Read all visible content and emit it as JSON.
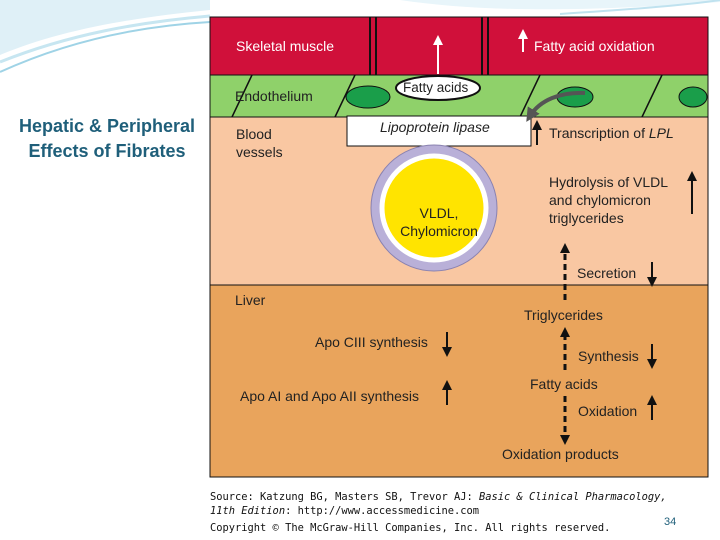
{
  "slide": {
    "title_line1": "Hepatic & Peripheral",
    "title_line2": "Effects of Fibrates",
    "page_number": "34"
  },
  "diagram": {
    "skeletal_muscle": "Skeletal muscle",
    "fatty_acid_oxidation": "Fatty acid oxidation",
    "fatty_acids_bubble": "Fatty acids",
    "endothelium": "Endothelium",
    "lipoprotein_lipase": "Lipoprotein lipase",
    "blood_line1": "Blood",
    "blood_line2": "vessels",
    "transcription_prefix": "Transcription of ",
    "transcription_gene": "LPL",
    "hydrolysis_line1": "Hydrolysis of VLDL",
    "hydrolysis_line2": "and chylomicron",
    "hydrolysis_line3": "triglycerides",
    "vldl_line1": "VLDL,",
    "vldl_line2": "Chylomicron",
    "secretion": "Secretion",
    "liver": "Liver",
    "triglycerides": "Triglycerides",
    "apo_ciii": "Apo CIII synthesis",
    "synthesis": "Synthesis",
    "fatty_acids": "Fatty acids",
    "apo_ai": "Apo AI and Apo AII synthesis",
    "oxidation": "Oxidation",
    "oxidation_products": "Oxidation products"
  },
  "source": {
    "prefix": "Source: Katzung BG, Masters SB, Trevor AJ: ",
    "book": "Basic & Clinical Pharmacology,",
    "edition": "11th Edition",
    "url": ": http://www.accessmedicine.com",
    "copyright": "Copyright © The McGraw-Hill Companies, Inc. All rights reserved."
  },
  "colors": {
    "muscle": "#d0103a",
    "endothelium": "#8fd16a",
    "cells": "#1a9e4a",
    "blood": "#f9c7a2",
    "liver": "#e9a45c",
    "particle_core": "#ffe400",
    "particle_ring": "#b9b0d8",
    "title": "#1f5f7a"
  }
}
